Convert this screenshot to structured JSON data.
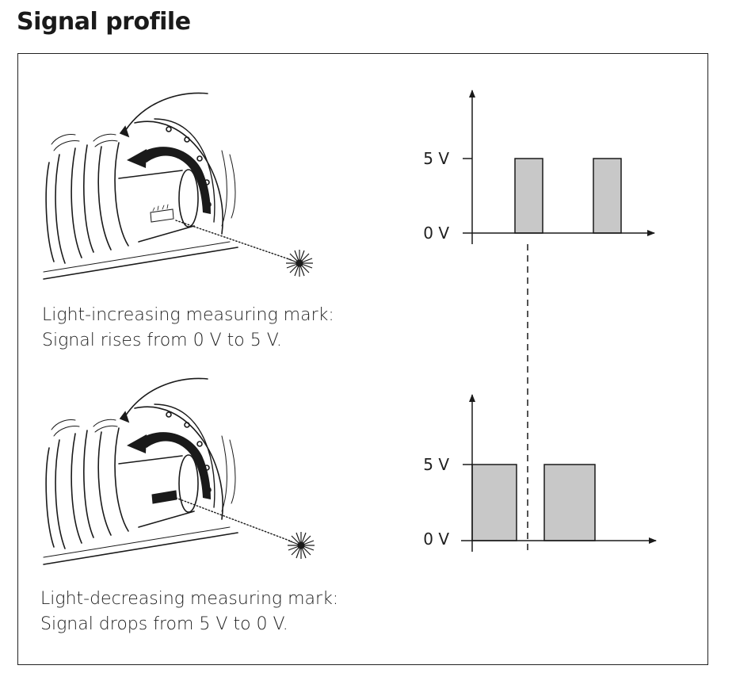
{
  "title": "Signal profile",
  "panels": [
    {
      "caption_line1": "Light-increasing measuring mark:",
      "caption_line2": "Signal rises from 0 V to 5 V.",
      "y_labels": [
        "5 V",
        "0 V"
      ]
    },
    {
      "caption_line1": "Light-decreasing measuring mark:",
      "caption_line2": "Signal drops from 5 V to 0 V.",
      "y_labels": [
        "5 V",
        "0 V"
      ]
    }
  ],
  "colors": {
    "pulse_fill": "#c8c8c8",
    "line": "#1a1a1a"
  }
}
